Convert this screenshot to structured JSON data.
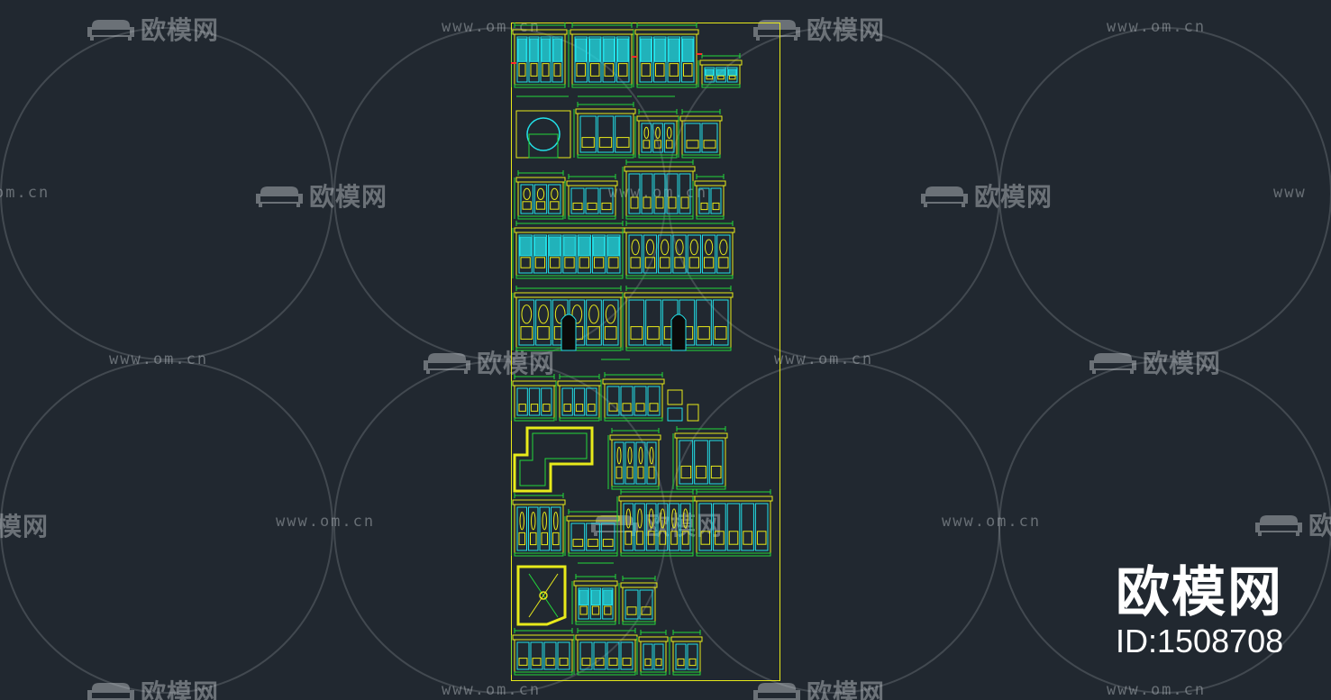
{
  "watermark": {
    "logo_text": "欧模网",
    "url_text": "www.om.cn",
    "logo_icon": "sofa-icon",
    "color": "#c8cdd4"
  },
  "brand": {
    "name": "欧模网",
    "id_label": "ID:1508708"
  },
  "drawing": {
    "frame_color": "#e8ea1a",
    "line_colors": [
      "#e8ea1a",
      "#22e0e8",
      "#22d83a",
      "#ff2a2a"
    ]
  }
}
